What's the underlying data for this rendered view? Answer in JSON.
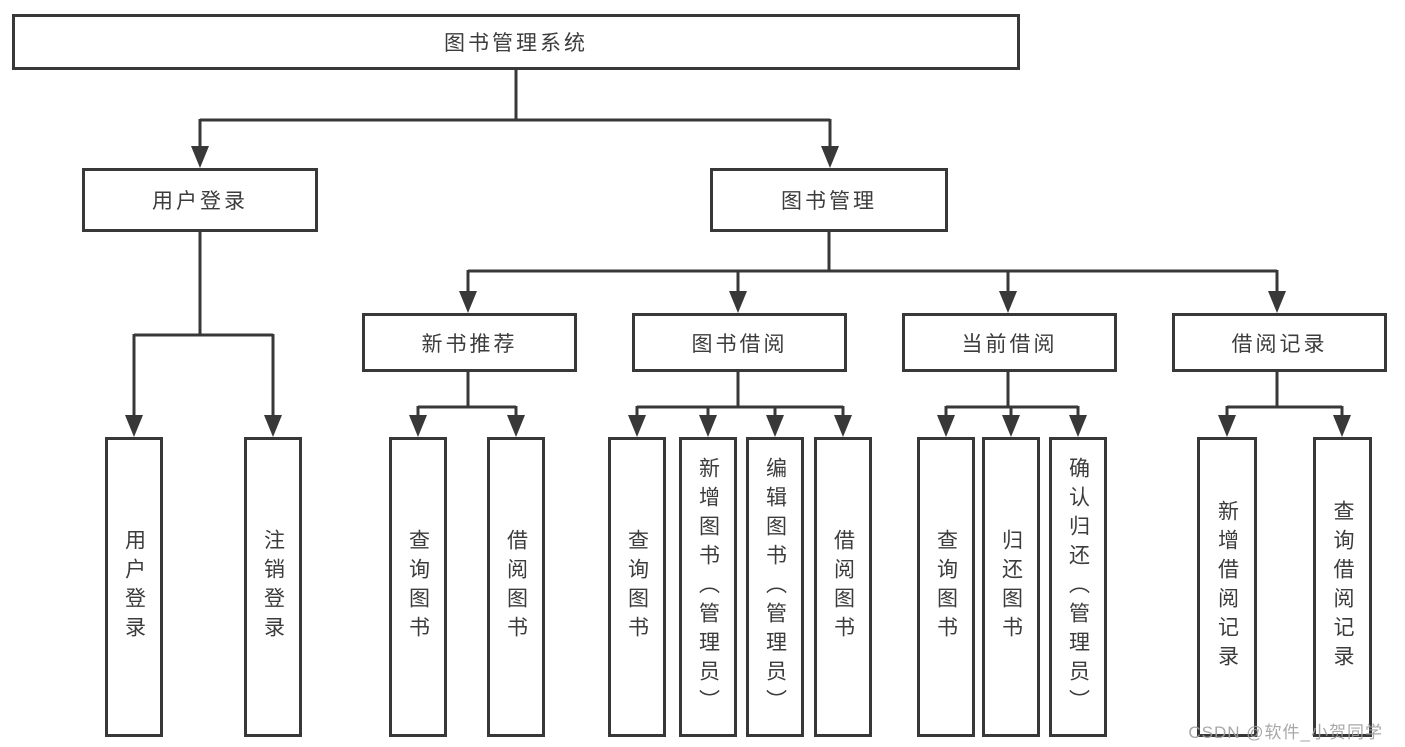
{
  "diagram": {
    "root": {
      "label": "图书管理系统"
    },
    "branches": [
      {
        "label": "用户登录",
        "children": [
          "用户登录",
          "注销登录"
        ]
      },
      {
        "label": "图书管理"
      }
    ],
    "modules": [
      {
        "label": "新书推荐",
        "children": [
          "查询图书",
          "借阅图书"
        ]
      },
      {
        "label": "图书借阅",
        "children": [
          "查询图书",
          "新增图书（管理员）",
          "编辑图书（管理员）",
          "借阅图书"
        ]
      },
      {
        "label": "当前借阅",
        "children": [
          "查询图书",
          "归还图书",
          "确认归还（管理员）"
        ]
      },
      {
        "label": "借阅记录",
        "children": [
          "新增借阅记录",
          "查询借阅记录"
        ]
      }
    ],
    "watermark": "CSDN @软件_小贺同学",
    "colors": {
      "line": "#383838",
      "text": "#3c3c3c",
      "background": "#ffffff",
      "watermark": "#9e9e9e"
    }
  }
}
